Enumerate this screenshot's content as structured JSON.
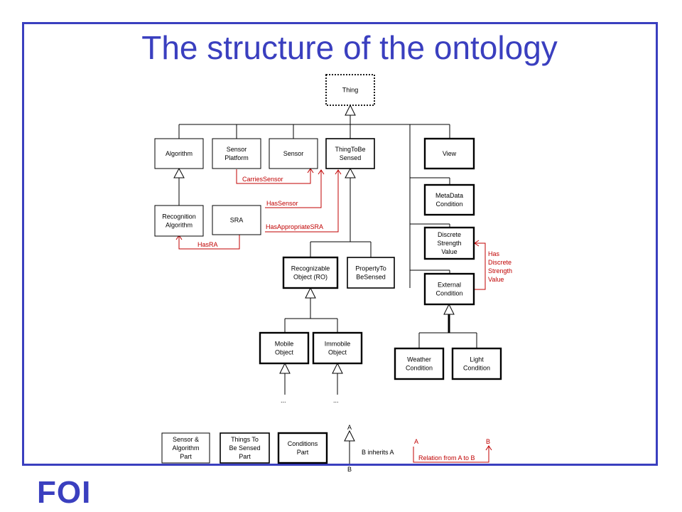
{
  "title": "The structure of the ontology",
  "logo": "FOI",
  "colors": {
    "accent": "#3a3fbf",
    "relation": "#c00000",
    "line": "#000000"
  },
  "nodes": {
    "thing": [
      "Thing"
    ],
    "algorithm": [
      "Algorithm"
    ],
    "sensor_platform": [
      "Sensor",
      "Platform"
    ],
    "sensor": [
      "Sensor"
    ],
    "thing_to_be_sensed": [
      "ThingToBe",
      "Sensed"
    ],
    "view": [
      "View"
    ],
    "recognition_algorithm": [
      "Recognition",
      "Algorithm"
    ],
    "sra": [
      "SRA"
    ],
    "metadata_condition": [
      "MetaData",
      "Condition"
    ],
    "discrete_strength_value": [
      "Discrete",
      "Strength",
      "Value"
    ],
    "recognizable_object": [
      "Recognizable",
      "Object (RO)"
    ],
    "property_to_be_sensed": [
      "PropertyTo",
      "BeSensed"
    ],
    "external_condition": [
      "External",
      "Condition"
    ],
    "mobile_object": [
      "Mobile",
      "Object"
    ],
    "immobile_object": [
      "Immobile",
      "Object"
    ],
    "weather_condition": [
      "Weather",
      "Condition"
    ],
    "light_condition": [
      "Light",
      "Condition"
    ]
  },
  "relations": {
    "carries_sensor": "CarriesSensor",
    "has_sensor": "HasSensor",
    "has_appropriate_sra": "HasAppropriateSRA",
    "has_ra": "HasRA",
    "has_discrete_strength_value": [
      "Has",
      "Discrete",
      "Strength",
      "Value"
    ]
  },
  "ellipsis": "...",
  "legend": {
    "sensor_algorithm_part": [
      "Sensor &",
      "Algorithm",
      "Part"
    ],
    "things_to_be_sensed_part": [
      "Things To",
      "Be Sensed",
      "Part"
    ],
    "conditions_part": [
      "Conditions",
      "Part"
    ],
    "inherit_a": "A",
    "inherit_b": "B",
    "inherit_text": "B inherits A",
    "relation_a": "A",
    "relation_b": "B",
    "relation_text": "Relation from A to B"
  }
}
